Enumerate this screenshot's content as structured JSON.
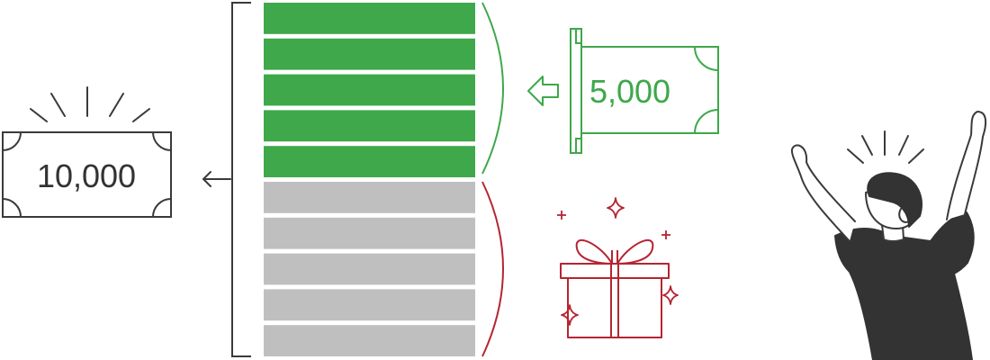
{
  "colors": {
    "green": "#3ea84a",
    "gray": "#bfbfbf",
    "red": "#b62531",
    "ink": "#333333",
    "shirt": "#333333",
    "stroke": "#3a3a3a"
  },
  "bills": {
    "total_label": "10,000",
    "deposit_label": "5,000"
  },
  "bar_stack": {
    "filled_segments": 5,
    "total_segments": 10
  },
  "icons": {
    "total_bill": "banknote-icon",
    "deposit_bill": "banknote-icon",
    "arrow_left": "arrow-left-icon",
    "hollow_arrow": "hollow-arrow-left-icon",
    "gift": "gift-box-icon",
    "person": "cheering-person-icon"
  }
}
